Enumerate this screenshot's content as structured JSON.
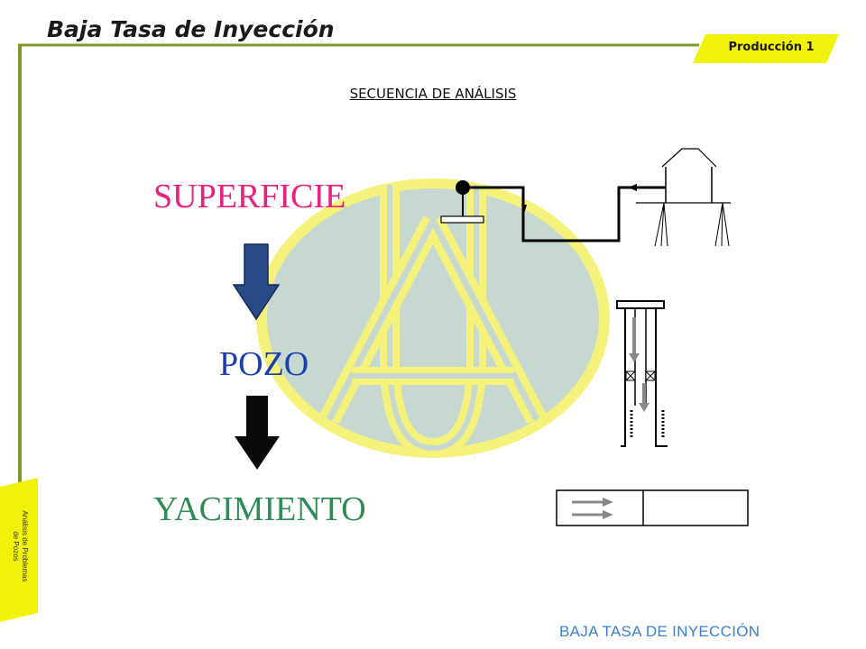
{
  "header": {
    "title": "Baja Tasa de Inyección",
    "tab_label": "Producción 1"
  },
  "sidebar": {
    "label_line1": "Análisis de Problemas",
    "label_line2": "de Pozos"
  },
  "main": {
    "subtitle": "SECUENCIA DE ANÁLISIS",
    "stages": [
      {
        "label": "SUPERFICIE",
        "color": "#e8207e"
      },
      {
        "label": "POZO",
        "color": "#1c3fae"
      },
      {
        "label": "YACIMIENTO",
        "color": "#2e8b57"
      }
    ]
  },
  "footer": {
    "label": "BAJA TASA DE INYECCIÓN"
  },
  "colors": {
    "frame_green": "#7a9a2a",
    "tab_yellow": "#f0f20a",
    "arrow_blue": "#284a86",
    "logo_fill": "#c7d8d0",
    "logo_yellow": "#f5f27c"
  }
}
